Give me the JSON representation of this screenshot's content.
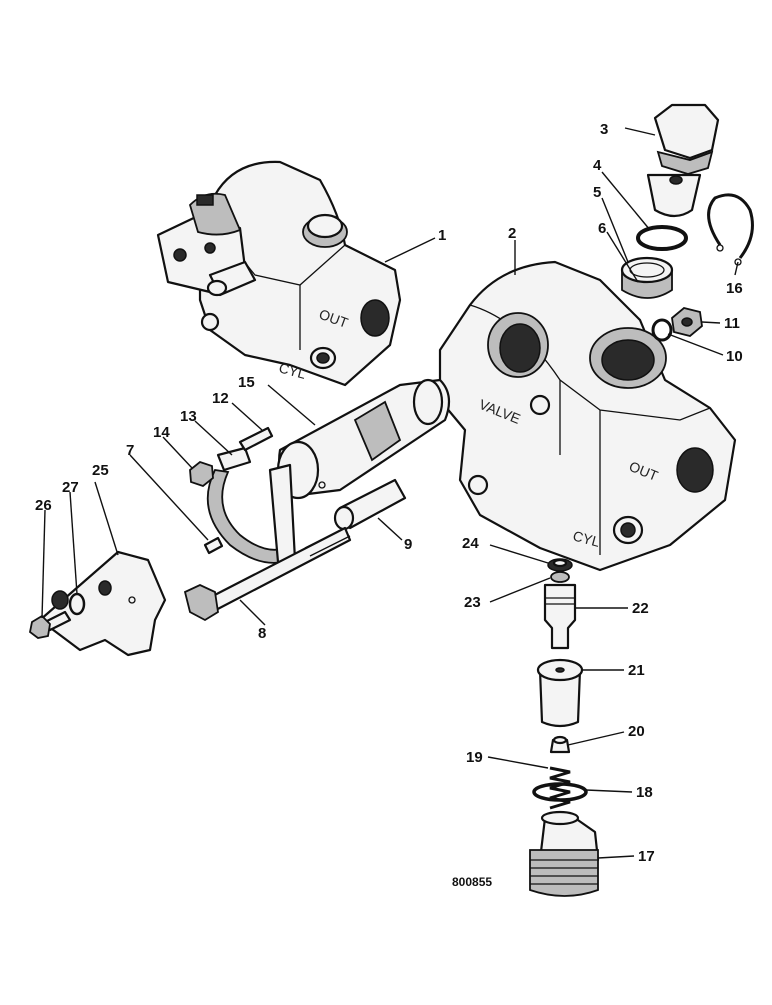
{
  "diagram": {
    "drawing_number": "800855",
    "cast_markings": {
      "out": "OUT",
      "cyl": "CYL",
      "valve": "VALVE"
    },
    "callouts": [
      "1",
      "2",
      "3",
      "4",
      "5",
      "6",
      "7",
      "8",
      "9",
      "10",
      "11",
      "12",
      "13",
      "14",
      "15",
      "16",
      "17",
      "18",
      "19",
      "20",
      "21",
      "22",
      "23",
      "24",
      "25",
      "26",
      "27"
    ]
  }
}
